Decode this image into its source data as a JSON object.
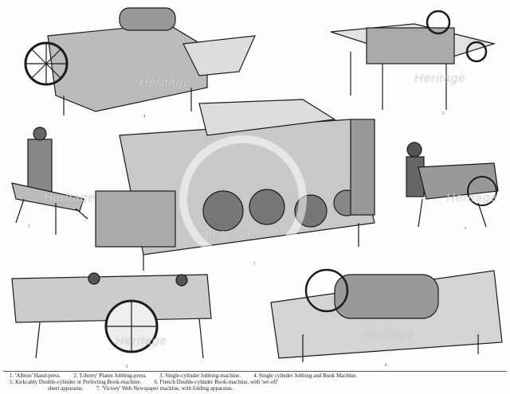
{
  "caption": {
    "items": [
      "1. 'Albion' Hand-press.",
      "2. 'Liberty' Platen Jobbing-press.",
      "3. Single-cylinder Jobbing-machine.",
      "4. Single cylinder Jobbing and Book Machine.",
      "5. Kirkcaldy Double-cylinder or Perfecting Book-machine.",
      "6. French Double-cylinder Book-machine, with 'set-off'"
    ],
    "line2": [
      "sheet apparatus.",
      "7. 'Victory' Web Newspaper machine, with folding apparatus."
    ]
  },
  "watermark": "Heritage",
  "figure_numbers": [
    "4",
    "5",
    "1",
    "7",
    "2",
    "3",
    "6"
  ],
  "colors": {
    "ink": "#1a1a1a",
    "paper": "#fdfdfd"
  }
}
